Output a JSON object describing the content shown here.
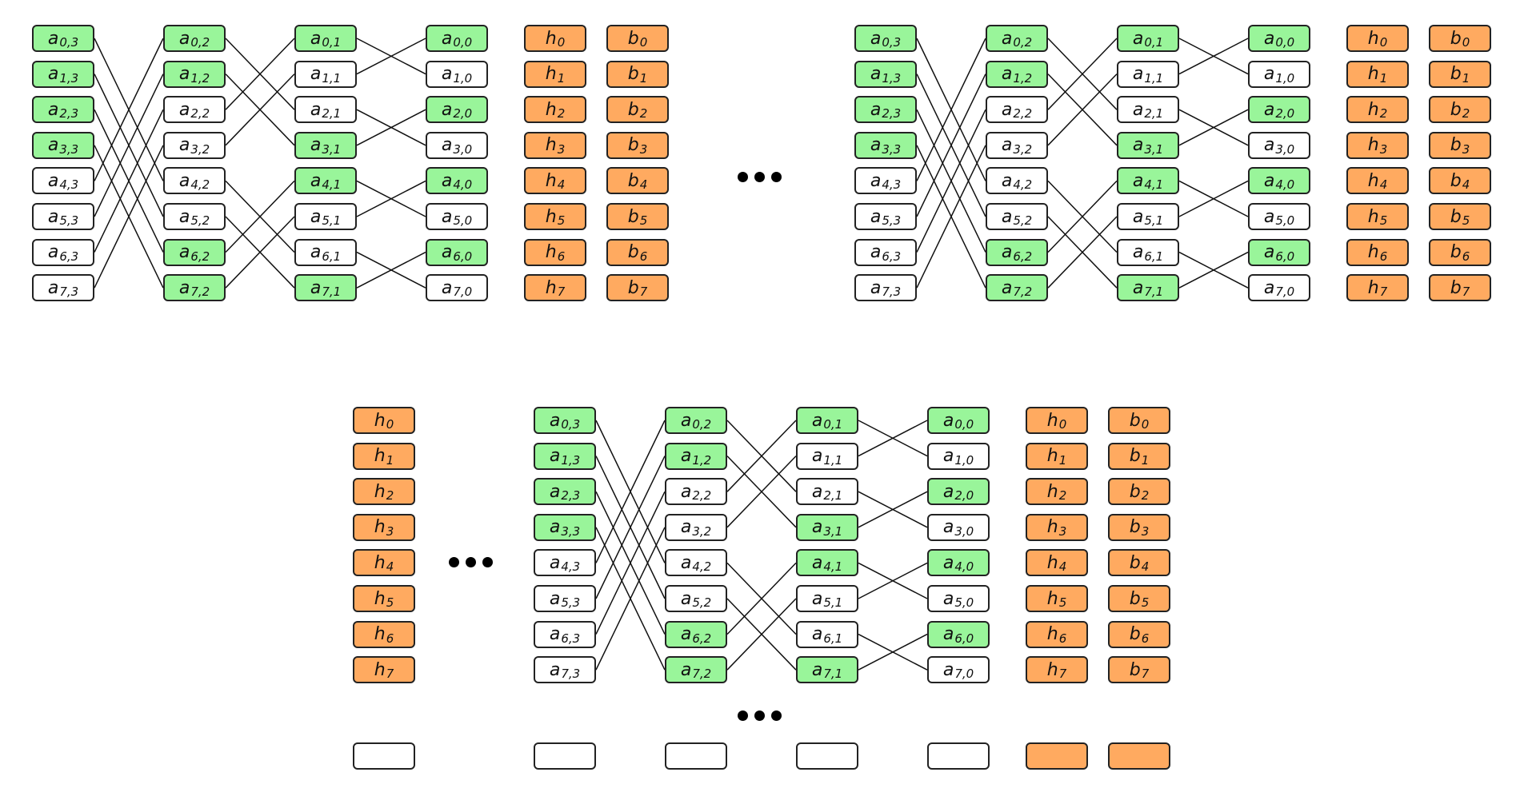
{
  "colors": {
    "highlight": "#99f59a",
    "accent": "#ffaa60",
    "plain": "#ffffff",
    "outline": "#222222",
    "wire": "#111111"
  },
  "panels": [
    {
      "id": "top-left",
      "columns": [
        {
          "kind": "a",
          "level": 3,
          "green": [
            0,
            1,
            2,
            3
          ]
        },
        {
          "kind": "a",
          "level": 2,
          "green": [
            0,
            1,
            6,
            7
          ]
        },
        {
          "kind": "a",
          "level": 1,
          "green": [
            0,
            3,
            4,
            7
          ]
        },
        {
          "kind": "a",
          "level": 0,
          "green": [
            0,
            2,
            4,
            6
          ]
        },
        {
          "kind": "h"
        },
        {
          "kind": "b"
        }
      ]
    },
    {
      "id": "top-right",
      "columns": [
        {
          "kind": "a",
          "level": 3,
          "green": [
            0,
            1,
            2,
            3
          ]
        },
        {
          "kind": "a",
          "level": 2,
          "green": [
            0,
            1,
            6,
            7
          ]
        },
        {
          "kind": "a",
          "level": 1,
          "green": [
            0,
            3,
            4,
            7
          ]
        },
        {
          "kind": "a",
          "level": 0,
          "green": [
            0,
            2,
            4,
            6
          ]
        },
        {
          "kind": "h"
        },
        {
          "kind": "b"
        }
      ]
    },
    {
      "id": "bottom",
      "columns": [
        {
          "kind": "h"
        },
        {
          "kind": "a",
          "level": 3,
          "green": [
            0,
            1,
            2,
            3
          ]
        },
        {
          "kind": "a",
          "level": 2,
          "green": [
            0,
            1,
            6,
            7
          ]
        },
        {
          "kind": "a",
          "level": 1,
          "green": [
            0,
            3,
            4,
            7
          ]
        },
        {
          "kind": "a",
          "level": 0,
          "green": [
            0,
            2,
            4,
            6
          ]
        },
        {
          "kind": "h"
        },
        {
          "kind": "b"
        }
      ]
    }
  ],
  "row_count": 8,
  "empty_row": [
    "plain",
    "plain",
    "plain",
    "plain",
    "plain",
    "accent",
    "accent"
  ]
}
